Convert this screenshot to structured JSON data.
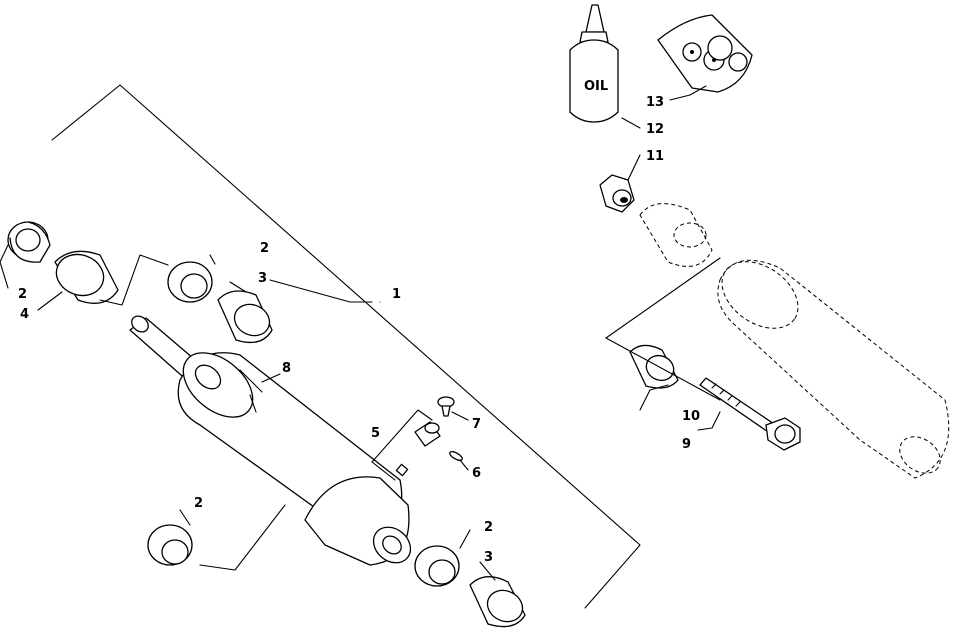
{
  "callouts": [
    {
      "id": "label-1",
      "text": "1"
    },
    {
      "id": "label-2a",
      "text": "2"
    },
    {
      "id": "label-2b",
      "text": "2"
    },
    {
      "id": "label-2c",
      "text": "2"
    },
    {
      "id": "label-2d",
      "text": "2"
    },
    {
      "id": "label-3a",
      "text": "3"
    },
    {
      "id": "label-3b",
      "text": "3"
    },
    {
      "id": "label-4",
      "text": "4"
    },
    {
      "id": "label-5",
      "text": "5"
    },
    {
      "id": "label-6",
      "text": "6"
    },
    {
      "id": "label-7",
      "text": "7"
    },
    {
      "id": "label-8",
      "text": "8"
    },
    {
      "id": "label-9",
      "text": "9"
    },
    {
      "id": "label-10",
      "text": "10"
    },
    {
      "id": "label-11",
      "text": "11"
    },
    {
      "id": "label-12",
      "text": "12"
    },
    {
      "id": "label-13",
      "text": "13"
    }
  ],
  "oil_bottle": {
    "label": "OIL"
  }
}
